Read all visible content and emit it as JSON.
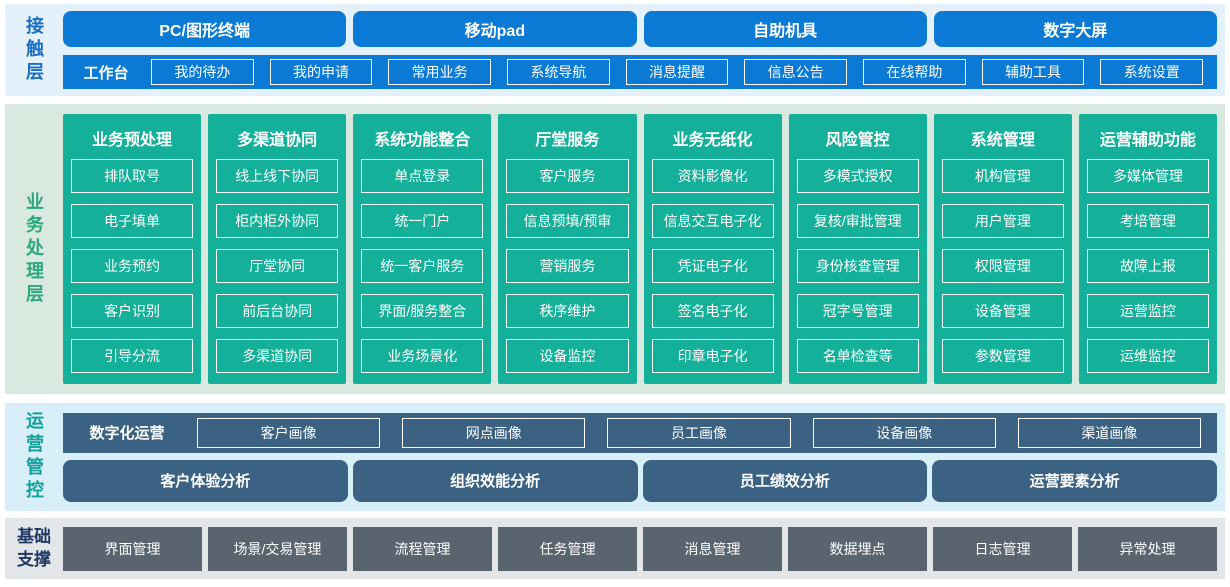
{
  "colors": {
    "accent_blue": "#0a7ad4",
    "accent_teal": "#15b099",
    "accent_slate_blue": "#3b6283",
    "accent_gray": "#59646f",
    "contact_band_bg": "#e4f1fb",
    "business_band_bg": "#d9e9e0",
    "operations_band_bg": "#d8eef8",
    "foundation_band_bg": "#e3e6e9"
  },
  "layers": {
    "contact": {
      "label": "接触层",
      "devices": [
        "PC/图形终端",
        "移动pad",
        "自助机具",
        "数字大屏"
      ],
      "workbench": {
        "label": "工作台",
        "items": [
          "我的待办",
          "我的申请",
          "常用业务",
          "系统导航",
          "消息提醒",
          "信息公告",
          "在线帮助",
          "辅助工具",
          "系统设置"
        ]
      }
    },
    "business": {
      "label": "业务处理层",
      "columns": [
        {
          "title": "业务预处理",
          "items": [
            "排队取号",
            "电子填单",
            "业务预约",
            "客户识别",
            "引导分流"
          ]
        },
        {
          "title": "多渠道协同",
          "items": [
            "线上线下协同",
            "柜内柜外协同",
            "厅堂协同",
            "前后台协同",
            "多渠道协同"
          ]
        },
        {
          "title": "系统功能整合",
          "items": [
            "单点登录",
            "统一门户",
            "统一客户服务",
            "界面/服务整合",
            "业务场景化"
          ]
        },
        {
          "title": "厅堂服务",
          "items": [
            "客户服务",
            "信息预填/预审",
            "营销服务",
            "秩序维护",
            "设备监控"
          ]
        },
        {
          "title": "业务无纸化",
          "items": [
            "资料影像化",
            "信息交互电子化",
            "凭证电子化",
            "签名电子化",
            "印章电子化"
          ]
        },
        {
          "title": "风险管控",
          "items": [
            "多模式授权",
            "复核/审批管理",
            "身份核查管理",
            "冠字号管理",
            "名单检查等"
          ]
        },
        {
          "title": "系统管理",
          "items": [
            "机构管理",
            "用户管理",
            "权限管理",
            "设备管理",
            "参数管理"
          ]
        },
        {
          "title": "运营辅助功能",
          "items": [
            "多媒体管理",
            "考培管理",
            "故障上报",
            "运营监控",
            "运维监控"
          ]
        }
      ]
    },
    "operations": {
      "label": "运营管控",
      "digital": {
        "label": "数字化运营",
        "items": [
          "客户画像",
          "网点画像",
          "员工画像",
          "设备画像",
          "渠道画像"
        ]
      },
      "analysis": [
        "客户体验分析",
        "组织效能分析",
        "员工绩效分析",
        "运营要素分析"
      ]
    },
    "foundation": {
      "label": "基础支撑",
      "items": [
        "界面管理",
        "场景/交易管理",
        "流程管理",
        "任务管理",
        "消息管理",
        "数据埋点",
        "日志管理",
        "异常处理"
      ]
    }
  }
}
